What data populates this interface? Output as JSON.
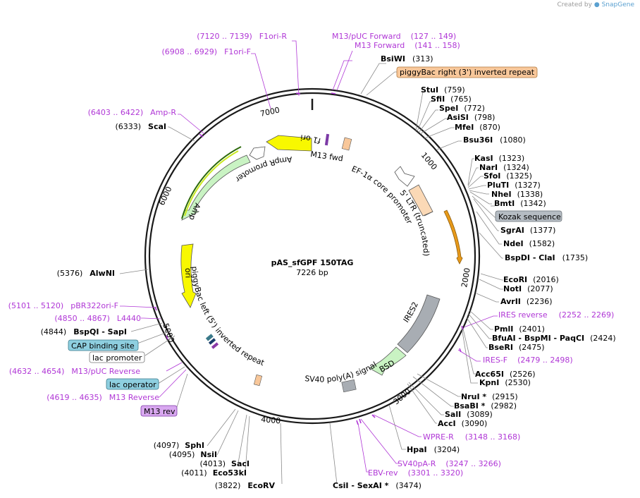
{
  "credit": {
    "prefix": "Created by",
    "brand": "SnapGene"
  },
  "plasmid": {
    "name": "pAS_sfGPF 150TAG",
    "size": "7226 bp"
  },
  "ticks": [
    "1000",
    "2000",
    "3000",
    "4000",
    "5000",
    "6000",
    "7000"
  ],
  "features": {
    "f1_ori": "f1 ori",
    "ampr_promoter": "AmpR promoter",
    "ampr": "AmpR",
    "ori": "ori",
    "pb_left": "piggyBac left (5') inverted repeat",
    "m13_fwd": "M13 fwd",
    "ef1a": "EF-1α core promoter",
    "ltr": "5' LTR (truncated)",
    "ires2": "IRES2",
    "bsd": "BSD",
    "sv40": "SV40 poly(A) signal"
  },
  "enzymes_right": [
    {
      "name": "BsiWI",
      "pos": "(313)"
    },
    {
      "name": "StuI",
      "pos": "(759)"
    },
    {
      "name": "SfiI",
      "pos": "(765)"
    },
    {
      "name": "SpeI",
      "pos": "(772)"
    },
    {
      "name": "AsiSI",
      "pos": "(798)"
    },
    {
      "name": "MfeI",
      "pos": "(870)"
    },
    {
      "name": "Bsu36I",
      "pos": "(1080)"
    },
    {
      "name": "KasI",
      "pos": "(1323)"
    },
    {
      "name": "NarI",
      "pos": "(1324)"
    },
    {
      "name": "SfoI",
      "pos": "(1325)"
    },
    {
      "name": "PluTI",
      "pos": "(1327)"
    },
    {
      "name": "NheI",
      "pos": "(1338)"
    },
    {
      "name": "BmtI",
      "pos": "(1342)"
    },
    {
      "name": "SgrAI",
      "pos": "(1377)"
    },
    {
      "name": "NdeI",
      "pos": "(1582)"
    },
    {
      "name": "BspDI  - ClaI",
      "pos": "(1735)"
    },
    {
      "name": "EcoRI",
      "pos": "(2016)"
    },
    {
      "name": "NotI",
      "pos": "(2077)"
    },
    {
      "name": "AvrII",
      "pos": "(2236)"
    },
    {
      "name": "PmlI",
      "pos": "(2401)"
    },
    {
      "name": "BfuAI  - BspMI  - PaqCI",
      "pos": "(2424)"
    },
    {
      "name": "BseRI",
      "pos": "(2475)"
    },
    {
      "name": "Acc65I",
      "pos": "(2526)"
    },
    {
      "name": "KpnI",
      "pos": "(2530)"
    },
    {
      "name": "NruI *",
      "pos": "(2915)"
    },
    {
      "name": "BsaBI *",
      "pos": "(2982)"
    },
    {
      "name": "SalI",
      "pos": "(3089)"
    },
    {
      "name": "AccI",
      "pos": "(3090)"
    },
    {
      "name": "HpaI",
      "pos": "(3204)"
    },
    {
      "name": "CsiI  - SexAI *",
      "pos": "(3474)"
    }
  ],
  "enzymes_left": [
    {
      "name": "ScaI",
      "pos": "(6333)"
    },
    {
      "name": "AlwNI",
      "pos": "(5376)"
    },
    {
      "name": "BspQI  - SapI",
      "pos": "(4844)"
    },
    {
      "name": "SphI",
      "pos": "(4097)"
    },
    {
      "name": "NsiI",
      "pos": "(4095)"
    },
    {
      "name": "SacI",
      "pos": "(4013)"
    },
    {
      "name": "Eco53kI",
      "pos": "(4011)"
    },
    {
      "name": "EcoRV",
      "pos": "(3822)"
    }
  ],
  "primers": [
    {
      "range": "(7120 .. 7139)",
      "name": "F1ori-R"
    },
    {
      "range": "(6908 .. 6929)",
      "name": "F1ori-F"
    },
    {
      "range": "(6403 .. 6422)",
      "name": "Amp-R"
    },
    {
      "range": "(5101 .. 5120)",
      "name": "pBR322ori-F"
    },
    {
      "range": "(4850 .. 4867)",
      "name": "L4440"
    },
    {
      "range": "(4632 .. 4654)",
      "name": "M13/pUC Reverse"
    },
    {
      "range": "(4619 .. 4635)",
      "name": "M13 Reverse"
    },
    {
      "name": "M13/pUC Forward",
      "range": "(127 .. 149)"
    },
    {
      "name": "M13 Forward",
      "range": "(141 .. 158)"
    },
    {
      "name": "IRES reverse",
      "range": "(2252 .. 2269)"
    },
    {
      "name": "IRES-F",
      "range": "(2479 .. 2498)"
    },
    {
      "name": "WPRE-R",
      "range": "(3148 .. 3168)"
    },
    {
      "name": "SV40pA-R",
      "range": "(3247 .. 3266)"
    },
    {
      "name": "EBV-rev",
      "range": "(3301 .. 3320)"
    }
  ],
  "boxes": {
    "piggybac_right": "piggyBac right (3') inverted repeat",
    "kozak": "Kozak sequence",
    "cap_site": "CAP binding site",
    "lac_promoter": "lac promoter",
    "lac_operator": "lac operator",
    "m13_rev": "M13 rev"
  }
}
